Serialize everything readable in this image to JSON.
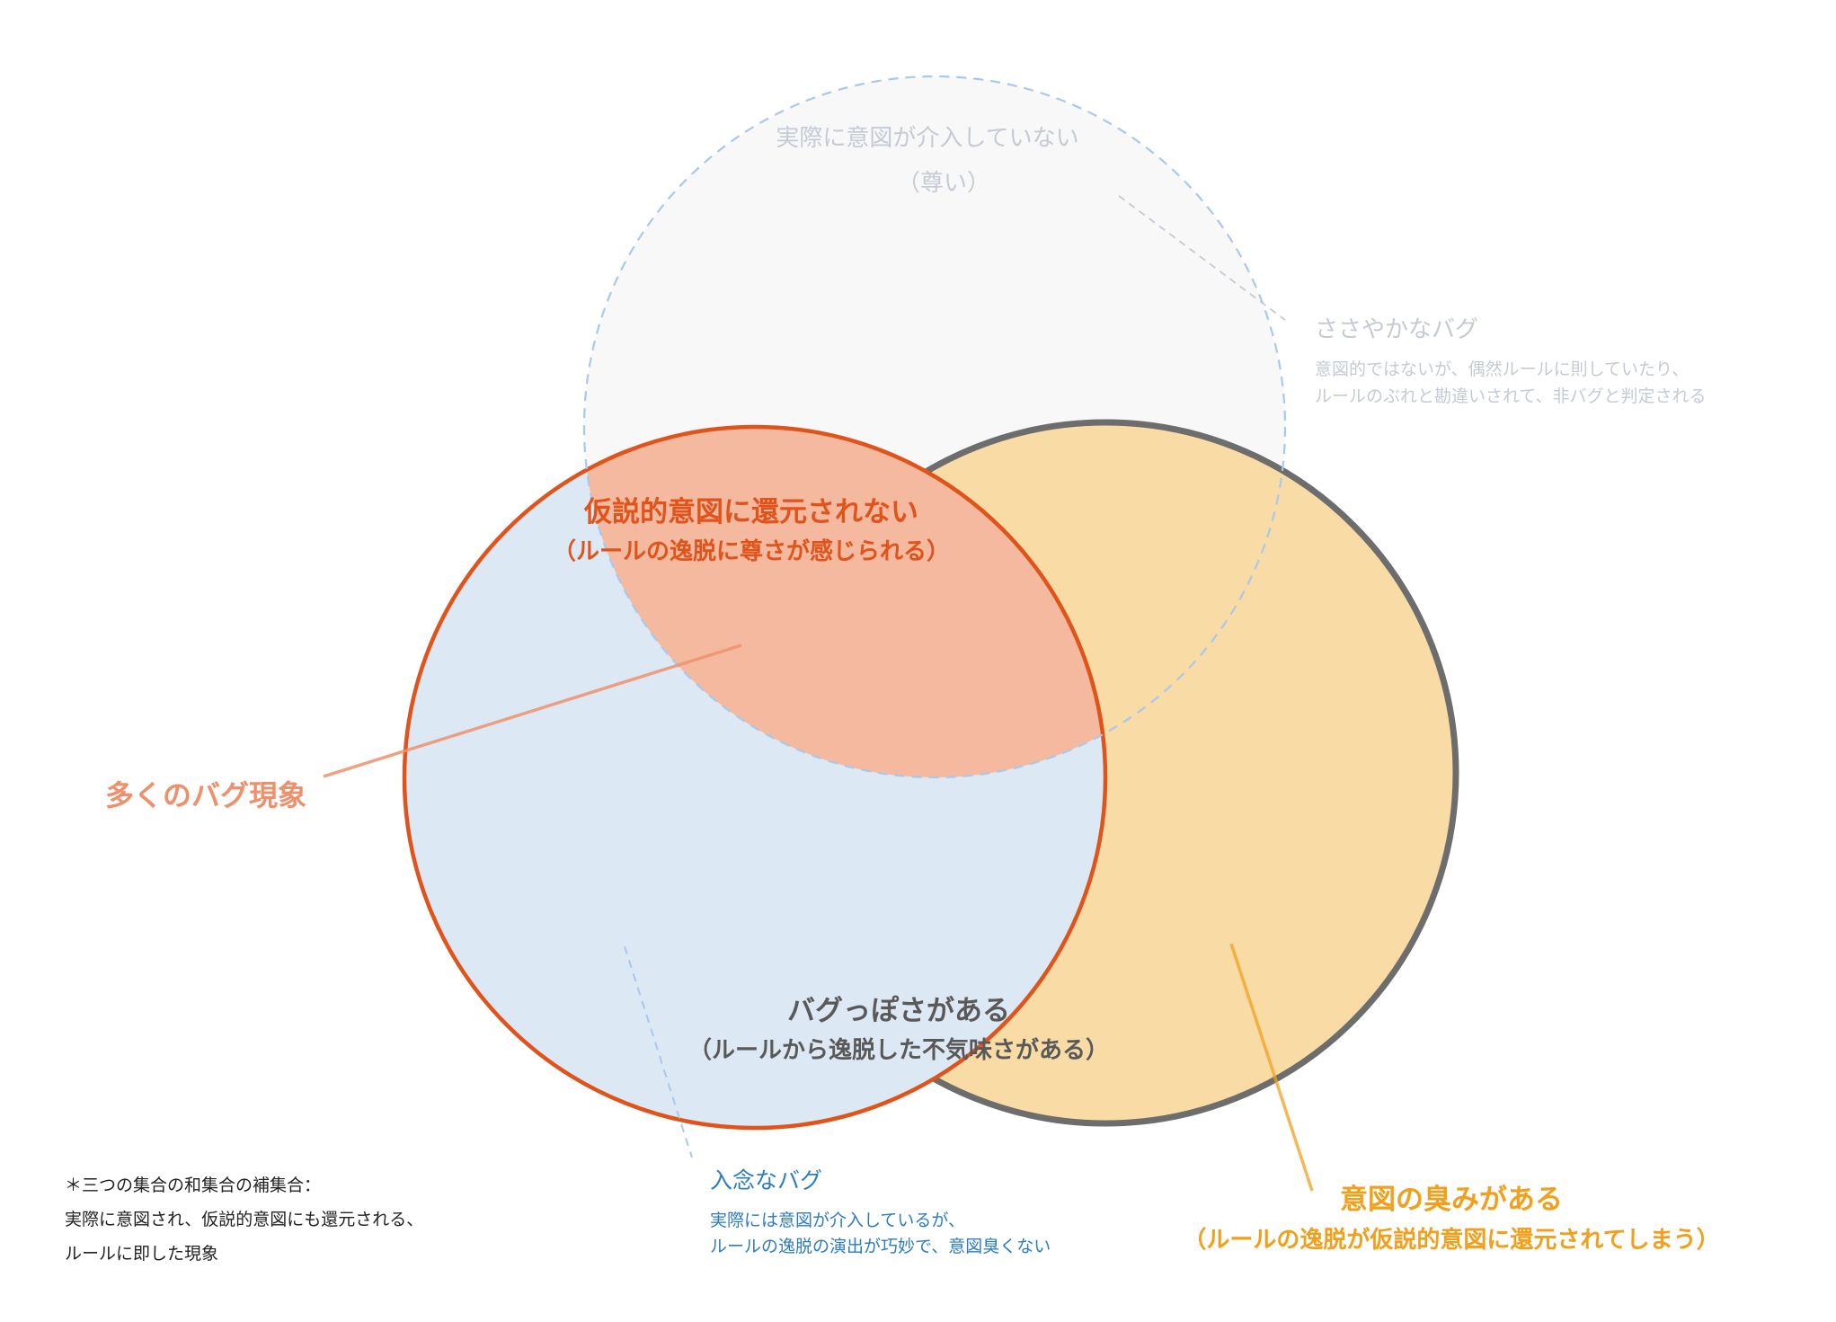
{
  "colors": {
    "background": "#ffffff",
    "top_circle_fill": "#f8f8f8",
    "top_circle_stroke": "#a9c8ea",
    "left_circle_fill": "#dce8f4",
    "left_circle_stroke": "#e0541c",
    "right_circle_fill": "#f9dba6",
    "right_circle_stroke": "#6d6d6d",
    "overlap_fill": "#f5b9a0",
    "orange_red": "#e0541c",
    "salmon": "#ee906c",
    "amber": "#f0a01c",
    "gray_text": "#595959",
    "blue_text": "#2e7cc0",
    "faint_text": "#c4cbd4",
    "footnote_text": "#222222"
  },
  "regions": {
    "top": {
      "title": "実際に意図が介入していない",
      "subtitle": "（尊い）"
    },
    "left_top_overlap": {
      "title": "仮説的意図に還元されない",
      "subtitle": "（ルールの逸脱に尊さが感じられる）"
    },
    "left_right_overlap": {
      "title": "バグっぽさがある",
      "subtitle": "（ルールから逸脱した不気味さがある）"
    }
  },
  "callouts": {
    "many_bugs": {
      "title": "多くのバグ現象"
    },
    "trivial_bug": {
      "title": "ささやかなバグ",
      "lines": [
        "意図的ではないが、偶然ルールに則していたり、",
        "ルールのぶれと勘違いされて、非バグと判定される"
      ]
    },
    "deliberate_bug": {
      "title": "入念なバグ",
      "lines": [
        "実際には意図が介入しているが、",
        "ルールの逸脱の演出が巧妙で、意図臭くない"
      ]
    },
    "intent_smell": {
      "title": "意図の臭みがある",
      "subtitle": "（ルールの逸脱が仮説的意図に還元されてしまう）"
    }
  },
  "footnote": {
    "lines": [
      "＊三つの集合の和集合の補集合：",
      "実際に意図され、仮説的意図にも還元される、",
      "ルールに即した現象"
    ]
  }
}
